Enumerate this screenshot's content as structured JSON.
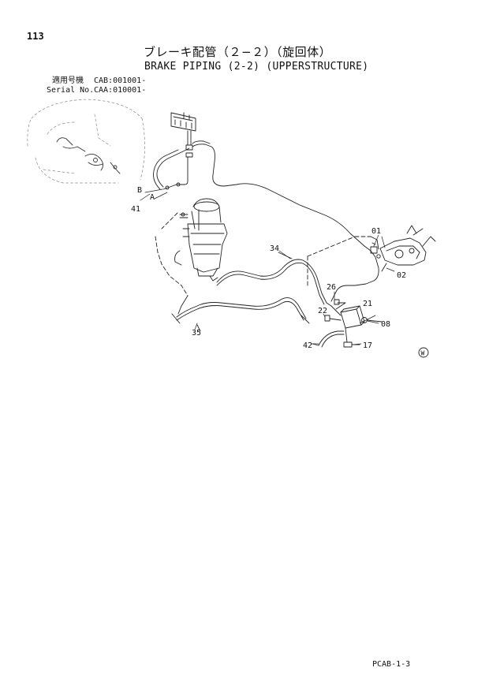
{
  "header": {
    "page_number": "113",
    "title_jp": "ブレーキ配管（２−２）（旋回体）",
    "title_en": "BRAKE PIPING (2-2) (UPPERSTRUCTURE)",
    "serial_jp_label": "適用号機",
    "serial_jp_value": "CAB:001001-",
    "serial_en_label": "Serial No.",
    "serial_en_value": "CAA:010001-"
  },
  "callouts": {
    "c01": "01",
    "c02": "02",
    "c08": "08",
    "c17": "17",
    "c21": "21",
    "c22": "22",
    "c26": "26",
    "c34": "34",
    "c35": "35",
    "c41": "41",
    "c42": "42",
    "a": "A",
    "b": "B",
    "w": "W"
  },
  "footer": {
    "code": "PCAB-1-3"
  }
}
